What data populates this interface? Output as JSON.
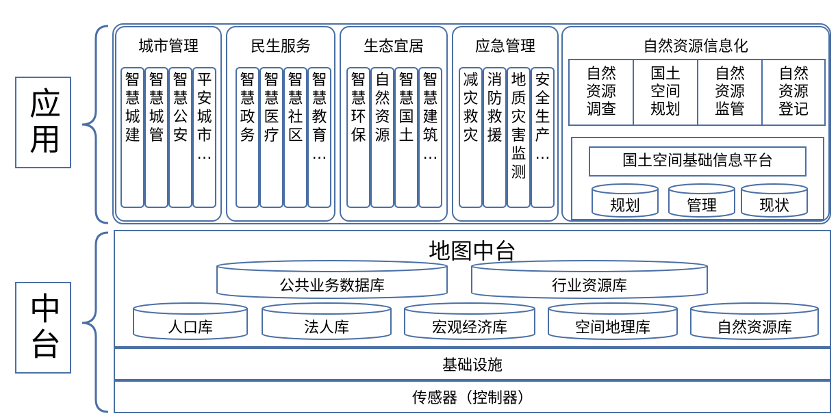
{
  "layers": {
    "application": {
      "label": "应用"
    },
    "middle": {
      "label": "中台"
    }
  },
  "groups": [
    {
      "title": "城市管理",
      "items": [
        "智慧城建",
        "智慧城管",
        "智慧公安",
        "平安城市…"
      ]
    },
    {
      "title": "民生服务",
      "items": [
        "智慧政务",
        "智慧医疗",
        "智慧社区",
        "智慧教育…"
      ]
    },
    {
      "title": "生态宜居",
      "items": [
        "智慧环保",
        "自然资源",
        "智慧国土",
        "智慧建筑…"
      ]
    },
    {
      "title": "应急管理",
      "items": [
        "减灾救灾",
        "消防救援",
        "地质灾害监测",
        "安全生产…"
      ]
    }
  ],
  "natural_resources": {
    "title": "自然资源信息化",
    "cells": [
      "自然资源调查",
      "国土空间规划",
      "自然资源监管",
      "自然资源登记"
    ],
    "platform": {
      "title": "国土空间基础信息平台",
      "dbs": [
        "规划",
        "管理",
        "现状"
      ]
    }
  },
  "map_platform": {
    "title": "地图中台",
    "top_dbs": [
      "公共业务数据库",
      "行业资源库"
    ],
    "bottom_dbs": [
      "人口库",
      "法人库",
      "宏观经济库",
      "空间地理库",
      "自然资源库"
    ]
  },
  "infrastructure": "基础设施",
  "sensors": "传感器（控制器）"
}
